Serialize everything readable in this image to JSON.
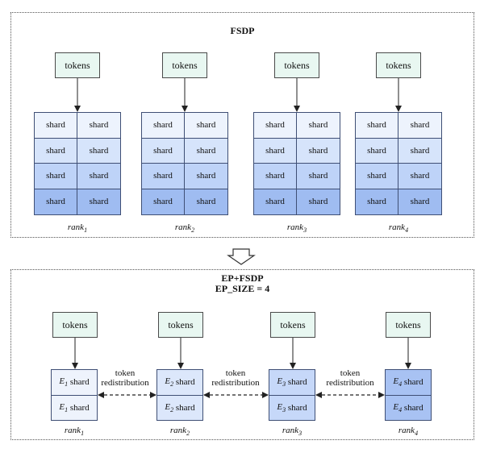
{
  "fsdp": {
    "title": "FSDP",
    "tokens_label": "tokens",
    "shard_label": "shard",
    "columns": [
      {
        "rank": "rank",
        "sub": "1"
      },
      {
        "rank": "rank",
        "sub": "2"
      },
      {
        "rank": "rank",
        "sub": "3"
      },
      {
        "rank": "rank",
        "sub": "4"
      }
    ]
  },
  "ep": {
    "title_line1": "EP+FSDP",
    "title_line2": "EP_SIZE = 4",
    "tokens_label": "tokens",
    "redistribution": {
      "line1": "token",
      "line2": "redistribution"
    },
    "columns": [
      {
        "expert": "E",
        "sub": "1",
        "shard": "shard",
        "rank": "rank",
        "rank_sub": "1"
      },
      {
        "expert": "E",
        "sub": "2",
        "shard": "shard",
        "rank": "rank",
        "rank_sub": "2"
      },
      {
        "expert": "E",
        "sub": "3",
        "shard": "shard",
        "rank": "rank",
        "rank_sub": "3"
      },
      {
        "expert": "E",
        "sub": "4",
        "shard": "shard",
        "rank": "rank",
        "rank_sub": "4"
      }
    ]
  }
}
